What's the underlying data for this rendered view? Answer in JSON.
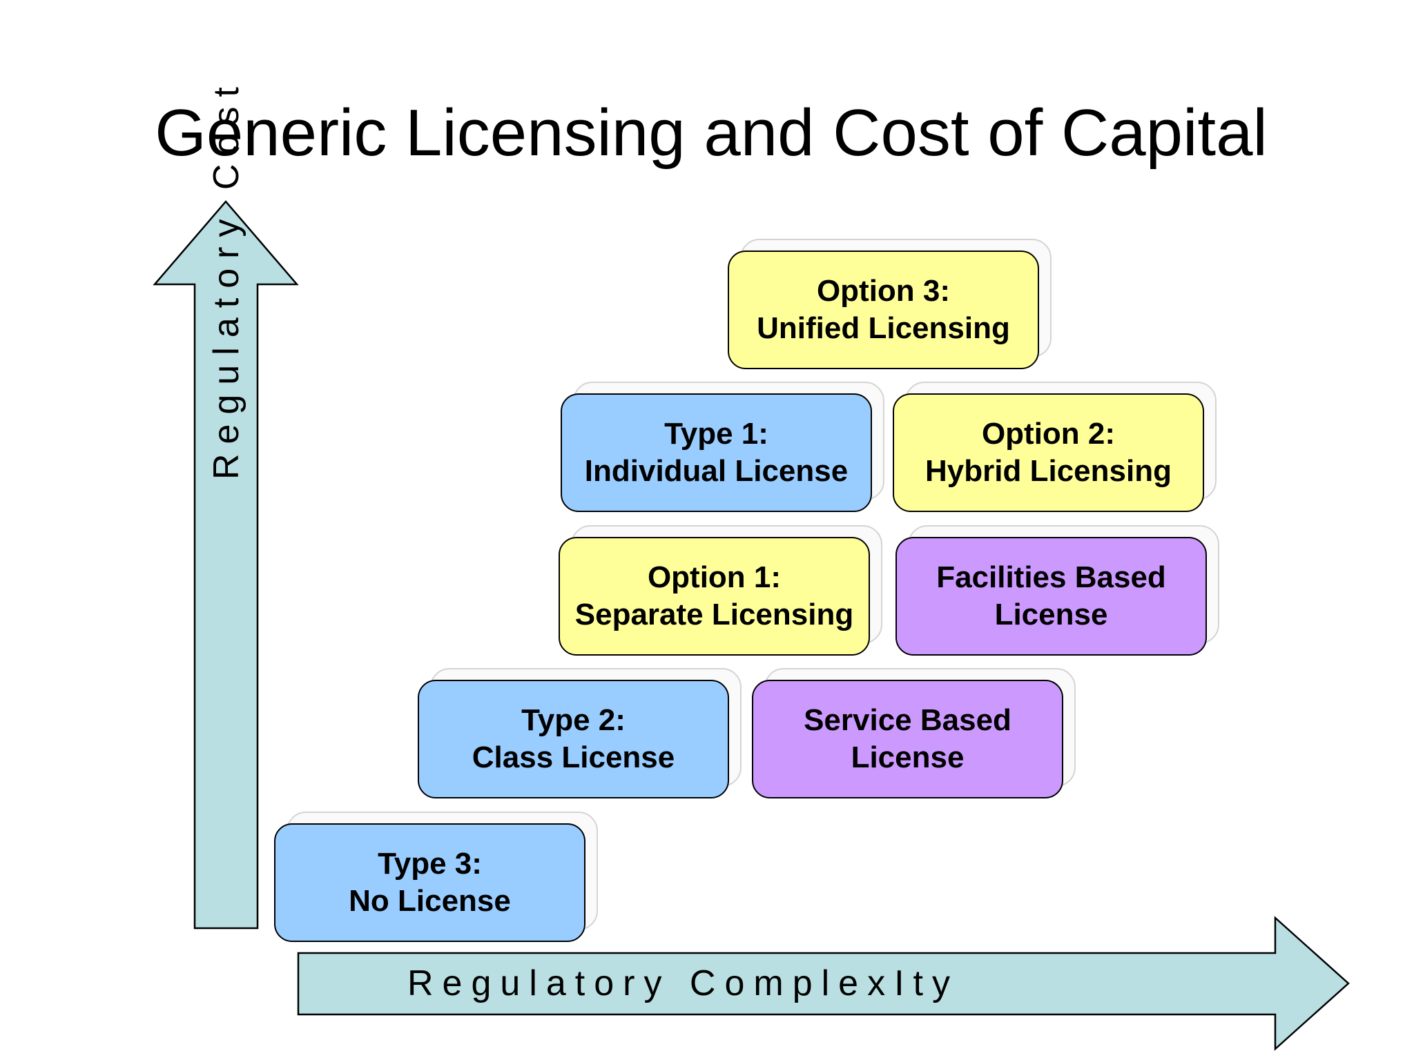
{
  "title": "Generic Licensing and Cost of Capital",
  "axes": {
    "vertical_label": "Regulatory Cost",
    "horizontal_label": "Regulatory ComplexIty"
  },
  "colors": {
    "arrow_fill": "#b9dfe2",
    "type_box": "#99ccff",
    "option_box": "#ffff99",
    "based_box": "#cc99ff"
  },
  "boxes": {
    "option3": {
      "line1": "Option 3:",
      "line2": "Unified Licensing"
    },
    "type1": {
      "line1": "Type 1:",
      "line2": "Individual License"
    },
    "option2": {
      "line1": "Option 2:",
      "line2": "Hybrid Licensing"
    },
    "option1": {
      "line1": "Option 1:",
      "line2": "Separate Licensing"
    },
    "facilities": {
      "line1": "Facilities Based",
      "line2": "License"
    },
    "type2": {
      "line1": "Type 2:",
      "line2": "Class License"
    },
    "service": {
      "line1": "Service Based",
      "line2": "License"
    },
    "type3": {
      "line1": "Type 3:",
      "line2": "No License"
    }
  }
}
